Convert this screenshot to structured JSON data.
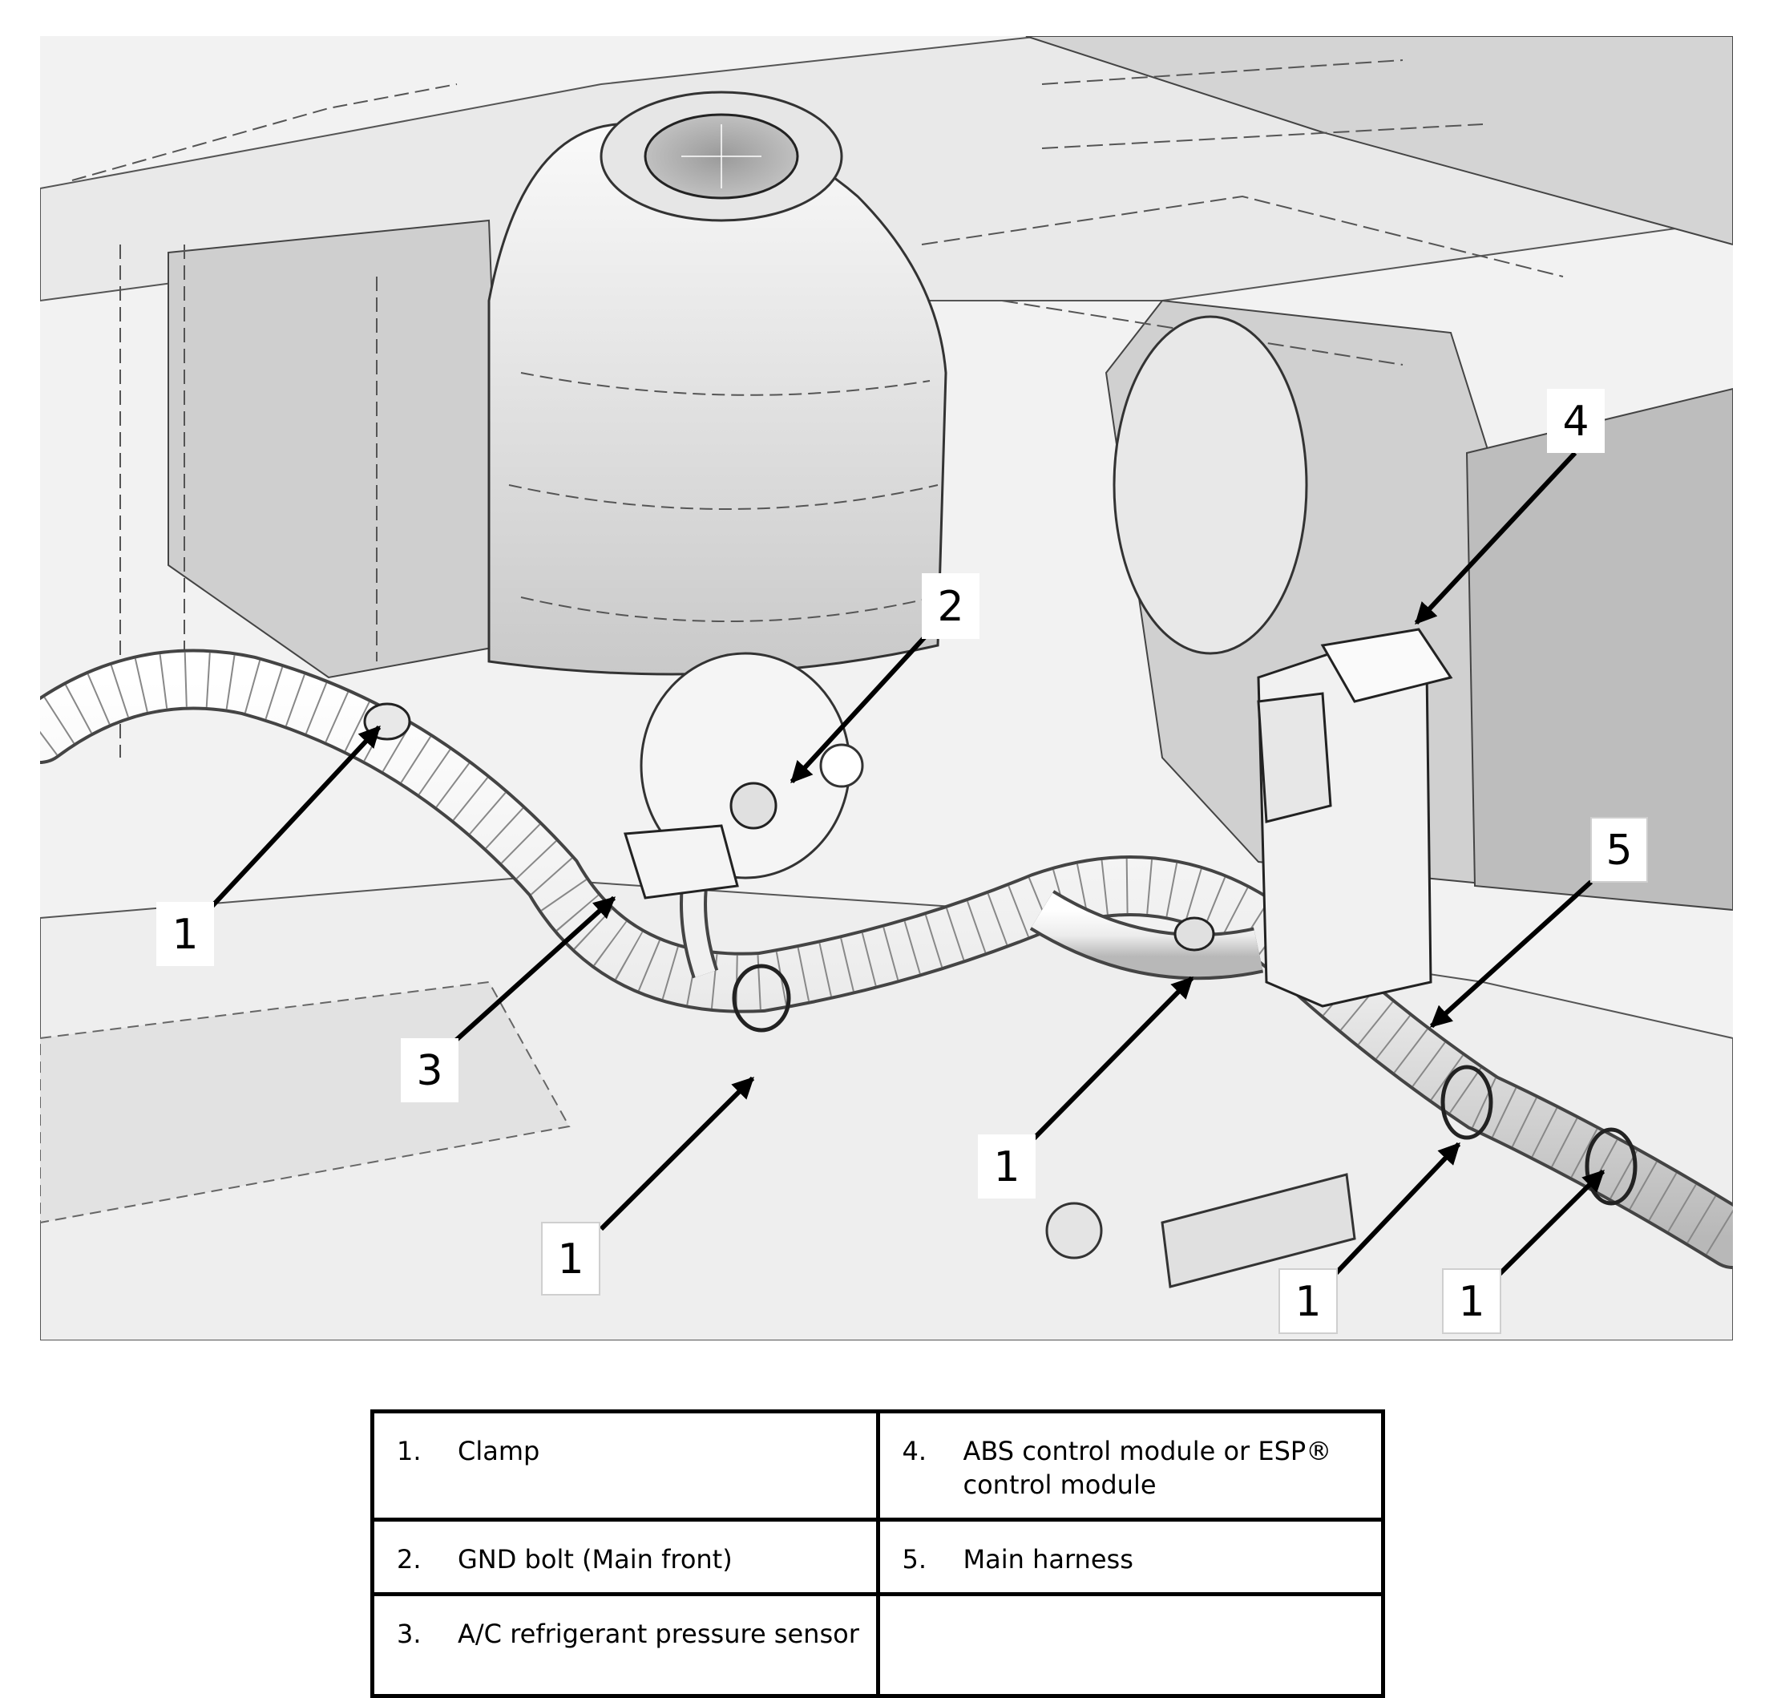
{
  "callouts": [
    {
      "id": "c1a",
      "label": "1"
    },
    {
      "id": "c1b",
      "label": "1"
    },
    {
      "id": "c1c",
      "label": "1"
    },
    {
      "id": "c1d",
      "label": "1"
    },
    {
      "id": "c1e",
      "label": "1"
    },
    {
      "id": "c2",
      "label": "2"
    },
    {
      "id": "c3",
      "label": "3"
    },
    {
      "id": "c4",
      "label": "4"
    },
    {
      "id": "c5",
      "label": "5"
    }
  ],
  "legend": {
    "rows": [
      [
        {
          "num": "1.",
          "text": "Clamp"
        },
        {
          "num": "4.",
          "text": "ABS control module or ESP® control module"
        }
      ],
      [
        {
          "num": "2.",
          "text": "GND bolt (Main front)"
        },
        {
          "num": "5.",
          "text": "Main harness"
        }
      ],
      [
        {
          "num": "3.",
          "text": "A/C refrigerant pressure sensor"
        },
        {
          "num": "",
          "text": ""
        }
      ]
    ]
  }
}
